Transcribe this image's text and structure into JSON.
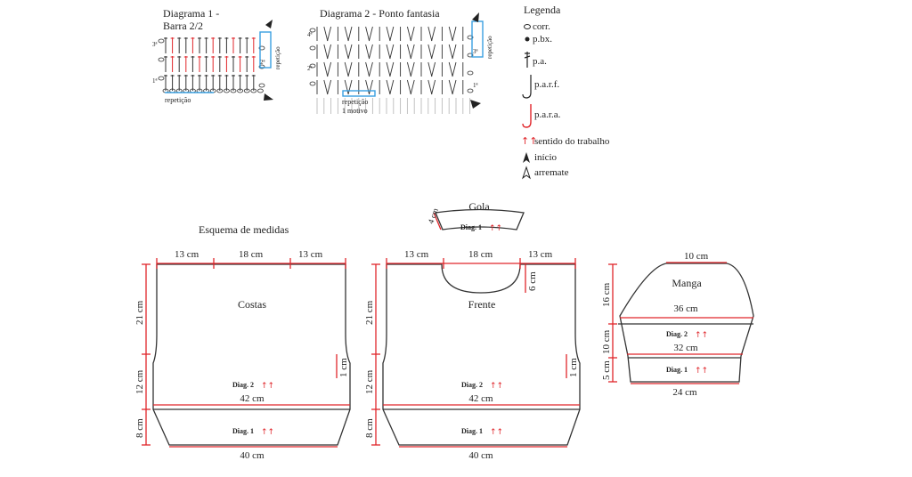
{
  "diagram1": {
    "title_line1": "Diagrama 1 -",
    "title_line2": "Barra 2/2",
    "rep_bottom": "repetição",
    "rep_side": "repetição",
    "rows": [
      "1ª",
      "2ª",
      "3ª"
    ]
  },
  "diagram2": {
    "title": "Diagrama 2 - Ponto fantasia",
    "rep_bottom": "repetição",
    "motif": "1 motivo",
    "rep_side": "repetição",
    "rows": [
      "1ª",
      "2ª",
      "3ª",
      "4ª"
    ]
  },
  "legend": {
    "title": "Legenda",
    "items": [
      "corr.",
      "p.bx.",
      "p.a.",
      "p.a.r.f.",
      "p.a.r.a.",
      "sentido do trabalho",
      "início",
      "arremate"
    ]
  },
  "colors": {
    "red": "#e0262b",
    "blue": "#3aa0e0",
    "line": "#333333"
  },
  "schema": {
    "title": "Esquema de medidas"
  },
  "costas": {
    "label": "Costas",
    "top_left": "13 cm",
    "top_mid": "18 cm",
    "top_right": "13 cm",
    "left_top": "21 cm",
    "left_mid": "12 cm",
    "left_bottom": "8 cm",
    "right_mid": "1 cm",
    "diag2": "Diag. 2",
    "width_mid": "42 cm",
    "diag1": "Diag. 1",
    "width_bottom": "40 cm"
  },
  "frente": {
    "label": "Frente",
    "top_left": "13 cm",
    "top_mid": "18 cm",
    "top_right": "13 cm",
    "neck": "6 cm",
    "left_top": "21 cm",
    "left_mid": "12 cm",
    "left_bottom": "8 cm",
    "right_mid": "1 cm",
    "diag2": "Diag. 2",
    "width_mid": "42 cm",
    "diag1": "Diag. 1",
    "width_bottom": "40 cm"
  },
  "gola": {
    "label": "Gola",
    "depth": "4 cm",
    "diag1": "Diag. 1"
  },
  "manga": {
    "label": "Manga",
    "top": "10 cm",
    "width_cap": "36 cm",
    "diag2": "Diag. 2",
    "width_mid": "32 cm",
    "diag1": "Diag. 1",
    "width_bottom": "24 cm",
    "left_top": "16 cm",
    "left_mid": "10 cm",
    "left_bottom": "5 cm"
  },
  "arrows": "↑↑"
}
